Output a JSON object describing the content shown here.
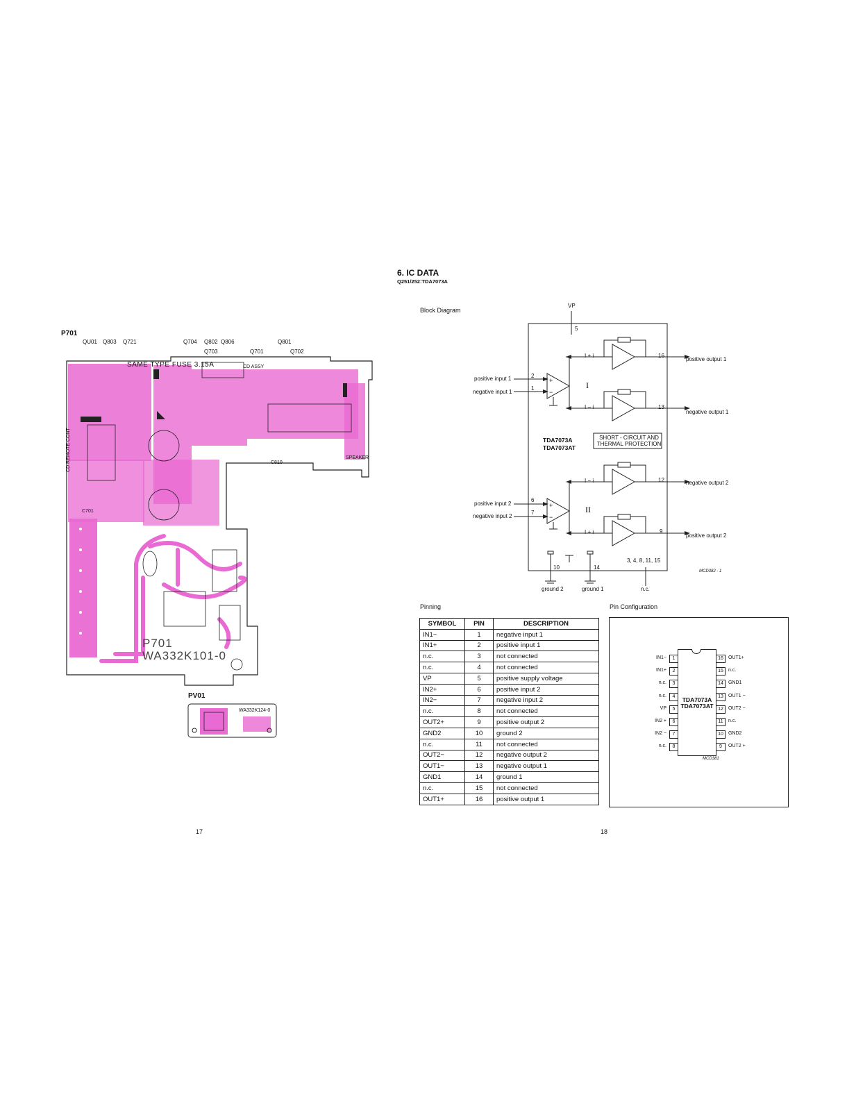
{
  "left_page": {
    "section_label": "P701",
    "transistor_labels_row1": [
      "QU01",
      "Q803",
      "Q721",
      "Q704",
      "Q802",
      "Q806",
      "Q801"
    ],
    "transistor_labels_row2": [
      "Q703",
      "Q701",
      "Q702"
    ],
    "board_silkscreen": [
      "SAME TYPE FUSE 3.15A",
      "CD ASSY",
      "CD REMOTE CONT",
      "P701",
      "WA332K101-0",
      "SPEAKER",
      "C810",
      "C701"
    ],
    "sub_board_label": "PV01",
    "sub_board_silkscreen": "WA332K124-0",
    "page_number": "17"
  },
  "right_page": {
    "heading": "6. IC DATA",
    "subheading": "Q251/252:TDA7073A",
    "block_diagram": {
      "title": "Block Diagram",
      "supply_label": "VP",
      "supply_pin": "5",
      "channel_1": "I",
      "channel_2": "II",
      "inputs": [
        "positive input  1",
        "negative input  1",
        "positive input  2",
        "negative input  2"
      ],
      "input_pins": [
        "2",
        "1",
        "6",
        "7"
      ],
      "outputs": [
        "positive output 1",
        "negative output 1",
        "negative output 2",
        "positive output 2"
      ],
      "output_pins": [
        "16",
        "13",
        "12",
        "9"
      ],
      "current_labels": [
        "I + i",
        "I − i",
        "I − i",
        "I + i"
      ],
      "protection": [
        "SHORT - CIRCUIT AND",
        "THERMAL PROTECTION"
      ],
      "part_names": [
        "TDA7073A",
        "TDA7073AT"
      ],
      "ground_pins": [
        "10",
        "14"
      ],
      "ground_labels": [
        "ground 2",
        "ground 1"
      ],
      "nc_pins": "3, 4, 8, 11, 15",
      "nc_label": "n.c.",
      "figure_code": "MCD382 - 1"
    },
    "pinning": {
      "title": "Pinning",
      "headers": [
        "SYMBOL",
        "PIN",
        "DESCRIPTION"
      ],
      "rows": [
        [
          "IN1−",
          "1",
          "negative input 1"
        ],
        [
          "IN1+",
          "2",
          "positive input 1"
        ],
        [
          "n.c.",
          "3",
          "not connected"
        ],
        [
          "n.c.",
          "4",
          "not connected"
        ],
        [
          "VP",
          "5",
          "positive supply voltage"
        ],
        [
          "IN2+",
          "6",
          "positive input 2"
        ],
        [
          "IN2−",
          "7",
          "negative input 2"
        ],
        [
          "n.c.",
          "8",
          "not connected"
        ],
        [
          "OUT2+",
          "9",
          "positive output 2"
        ],
        [
          "GND2",
          "10",
          "ground 2"
        ],
        [
          "n.c.",
          "11",
          "not connected"
        ],
        [
          "OUT2−",
          "12",
          "negative output 2"
        ],
        [
          "OUT1−",
          "13",
          "negative output 1"
        ],
        [
          "GND1",
          "14",
          "ground 1"
        ],
        [
          "n.c.",
          "15",
          "not connected"
        ],
        [
          "OUT1+",
          "16",
          "positive output 1"
        ]
      ]
    },
    "pin_configuration": {
      "title": "Pin Configuration",
      "left_pins": [
        [
          "IN1−",
          "1"
        ],
        [
          "IN1+",
          "2"
        ],
        [
          "n.c.",
          "3"
        ],
        [
          "n.c.",
          "4"
        ],
        [
          "VP",
          "5"
        ],
        [
          "IN2 +",
          "6"
        ],
        [
          "IN2 −",
          "7"
        ],
        [
          "n.c.",
          "8"
        ]
      ],
      "right_pins": [
        [
          "16",
          "OUT1+"
        ],
        [
          "15",
          "n.c."
        ],
        [
          "14",
          "GND1"
        ],
        [
          "13",
          "OUT1 −"
        ],
        [
          "12",
          "OUT2 −"
        ],
        [
          "11",
          "n.c."
        ],
        [
          "10",
          "GND2"
        ],
        [
          "9",
          "OUT2 +"
        ]
      ],
      "part_names": [
        "TDA7073A",
        "TDA7073AT"
      ],
      "figure_code": "MCD381"
    },
    "page_number": "18"
  },
  "colors": {
    "pcb_pink": "#e96ad2",
    "line": "#222222"
  }
}
